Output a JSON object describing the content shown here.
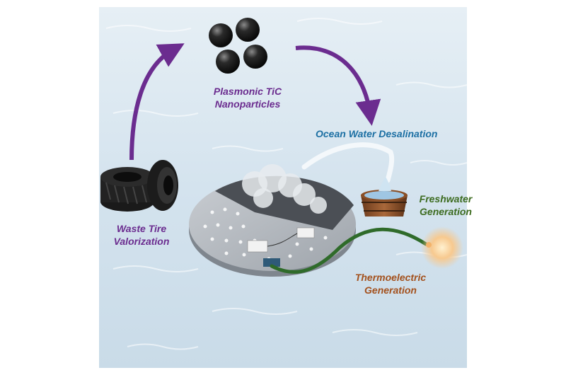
{
  "labels": {
    "nanoparticles": [
      "Plasmonic TiC",
      "Nanoparticles"
    ],
    "desalination": "Ocean Water Desalination",
    "freshwater": [
      "Freshwater",
      "Generation"
    ],
    "waste_tire": [
      "Waste Tire",
      "Valorization"
    ],
    "thermoelectric": [
      "Thermoelectric",
      "Generation"
    ]
  },
  "colors": {
    "arrow": "#6b2c8f",
    "nanoparticles_text": "#6b2c8f",
    "desalination_text": "#1c6fa3",
    "freshwater_text": "#3c6b1f",
    "thermoelectric_text": "#a3501c",
    "water": "#dbe8f1"
  },
  "icons": [
    "nanoparticle-spheres-icon",
    "tire-stack-icon",
    "evaporator-disc-icon",
    "wooden-bucket-icon",
    "vapor-plume-icon",
    "cable-icon",
    "light-bulb-glow-icon"
  ]
}
